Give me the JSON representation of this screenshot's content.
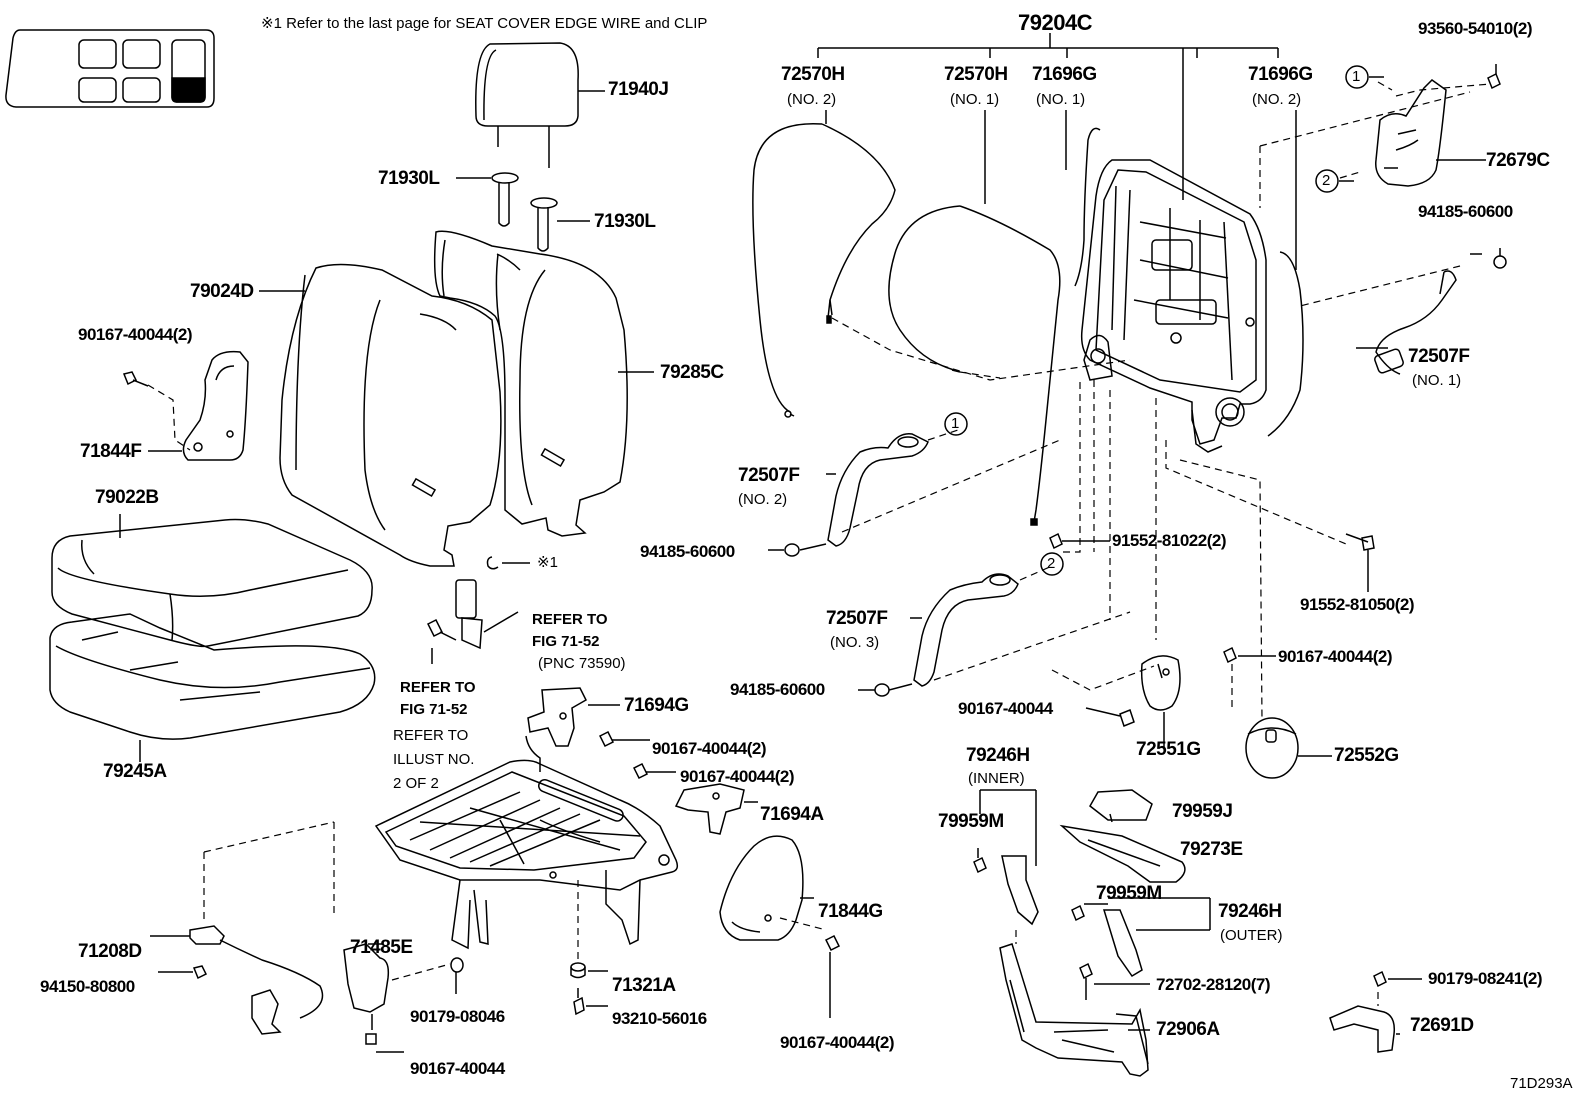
{
  "header_note": "※1 Refer to the last page for SEAT COVER EDGE WIRE and CLIP",
  "diagram_id": "71D293A",
  "key_icon_name": "seat-position-key-icon",
  "part_labels": {
    "p79204C": "79204C",
    "p93560": "93560-54010(2)",
    "p71940J": "71940J",
    "p71930L_a": "71930L",
    "p71930L_b": "71930L",
    "p79024D": "79024D",
    "p79285C": "79285C",
    "p90167_a": "90167-40044(2)",
    "p71844F": "71844F",
    "p79022B": "79022B",
    "p79245A": "79245A",
    "p72570H_2": "72570H",
    "p72570H_1": "72570H",
    "p71696G_1": "71696G",
    "p71696G_2": "71696G",
    "p72679C": "72679C",
    "p94185_a": "94185-60600",
    "p72507F_1": "72507F",
    "p72507F_2": "72507F",
    "p94185_b": "94185-60600",
    "p91552_a": "91552-81022(2)",
    "p91552_b": "91552-81050(2)",
    "p72507F_3": "72507F",
    "p94185_c": "94185-60600",
    "p90167_b": "90167-40044",
    "p72551G": "72551G",
    "p90167_c": "90167-40044(2)",
    "p72552G": "72552G",
    "p71694G": "71694G",
    "p90167_d": "90167-40044(2)",
    "p90167_e": "90167-40044(2)",
    "p71694A": "71694A",
    "p71844G": "71844G",
    "p71208D": "71208D",
    "p94150": "94150-80800",
    "p71485E": "71485E",
    "p90179_a": "90179-08046",
    "p90167_f": "90167-40044",
    "p71321A": "71321A",
    "p93210": "93210-56016",
    "p90167_g": "90167-40044(2)",
    "p79246H_in": "79246H",
    "p79959M_a": "79959M",
    "p79959J": "79959J",
    "p79273E": "79273E",
    "p79959M_b": "79959M",
    "p79246H_out": "79246H",
    "p72702": "72702-28120(7)",
    "p72906A": "72906A",
    "p90179_b": "90179-08241(2)",
    "p72691D": "72691D"
  },
  "sub_labels": {
    "no2_a": "(NO. 2)",
    "no1_a": "(NO. 1)",
    "no1_b": "(NO. 1)",
    "no2_b": "(NO. 2)",
    "no1_c": "(NO. 1)",
    "no2_c": "(NO. 2)",
    "no3": "(NO. 3)",
    "inner": "(INNER)",
    "outer": "(OUTER)"
  },
  "refs": {
    "ref1_line1": "REFER TO",
    "ref1_line2": "FIG 71-52",
    "ref1_line3": "(PNC 73590)",
    "ref2_line1": "REFER TO",
    "ref2_line2": "FIG 71-52",
    "ref3_line1": "REFER TO",
    "ref3_line2": "ILLUST NO.",
    "ref3_line3": "2 OF 2",
    "note_star": "※1",
    "circ1_a": "1",
    "circ2_a": "2",
    "circ1_b": "1",
    "circ2_b": "2"
  }
}
